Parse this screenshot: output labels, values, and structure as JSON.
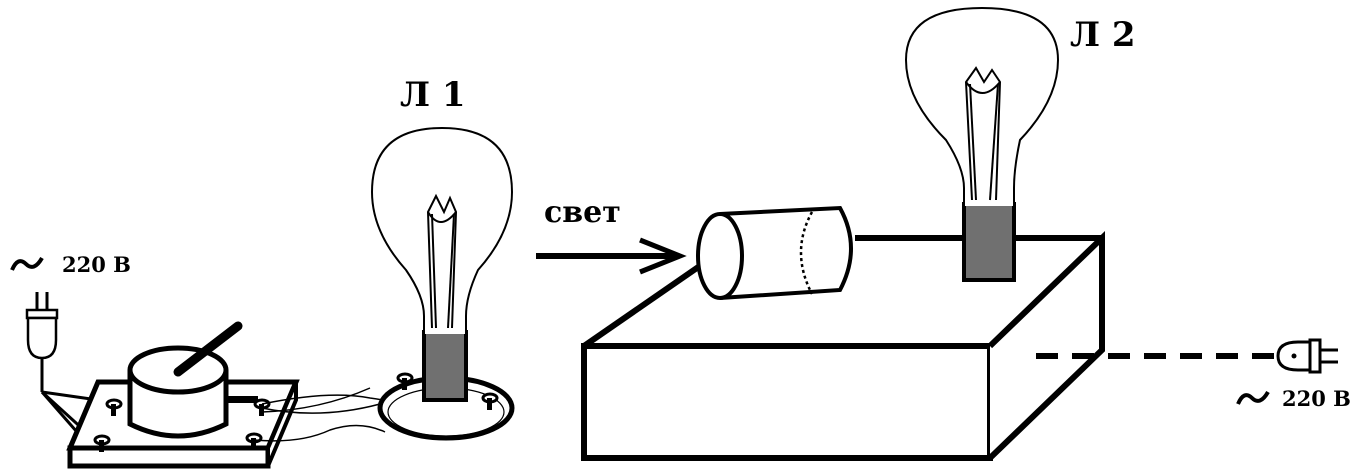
{
  "labels": {
    "lamp1": "Л 1",
    "lamp2": "Л 2",
    "light": "свет",
    "voltage_left": "220 В",
    "voltage_right": "220 В"
  },
  "colors": {
    "line": "#000000",
    "socket": "#707070",
    "background": "#ffffff"
  },
  "icons": [
    "ac-wave-icon",
    "plug-icon",
    "lamp-icon",
    "arrow-icon"
  ]
}
